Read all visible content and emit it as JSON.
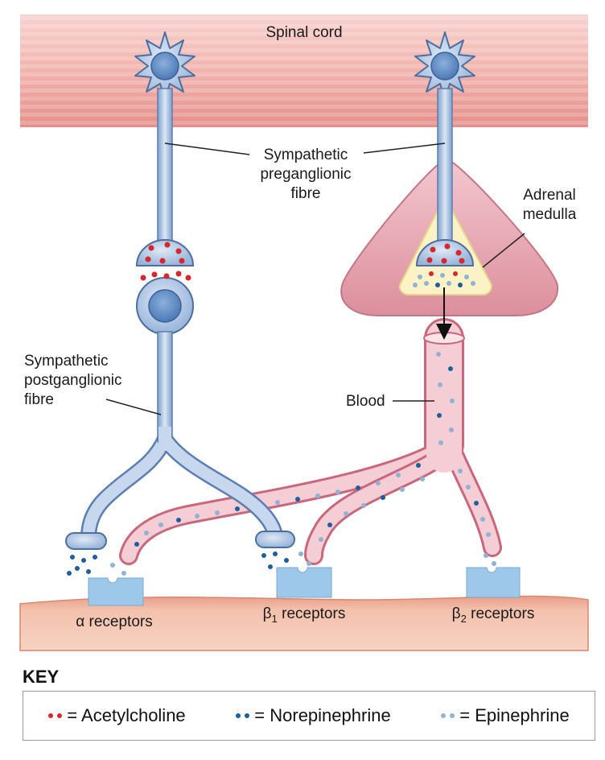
{
  "labels": {
    "spinal_cord": "Spinal cord",
    "preganglionic": [
      "Sympathetic",
      "preganglionic",
      "fibre"
    ],
    "adrenal": [
      "Adrenal",
      "medulla"
    ],
    "postganglionic": [
      "Sympathetic",
      "postganglionic",
      "fibre"
    ],
    "blood": "Blood",
    "alpha_receptors": "α receptors",
    "beta1_prefix": "β",
    "beta1_sub": "1",
    "beta2_prefix": "β",
    "beta2_sub": "2",
    "receptors_word": " receptors"
  },
  "key": {
    "title": "KEY",
    "items": [
      {
        "label": "= Acetylcholine",
        "color": "#d8262f"
      },
      {
        "label": "= Norepinephrine",
        "color": "#1f5e9e"
      },
      {
        "label": "= Epinephrine",
        "color": "#8fb2d6"
      }
    ]
  },
  "colors": {
    "acetylcholine": "#d8262f",
    "norepinephrine": "#1f5e9e",
    "epinephrine": "#8fb2d6",
    "neuron": "#a9c2e2",
    "blood_vessel": "#f2c6d0",
    "tissue": "#eaa68e"
  }
}
